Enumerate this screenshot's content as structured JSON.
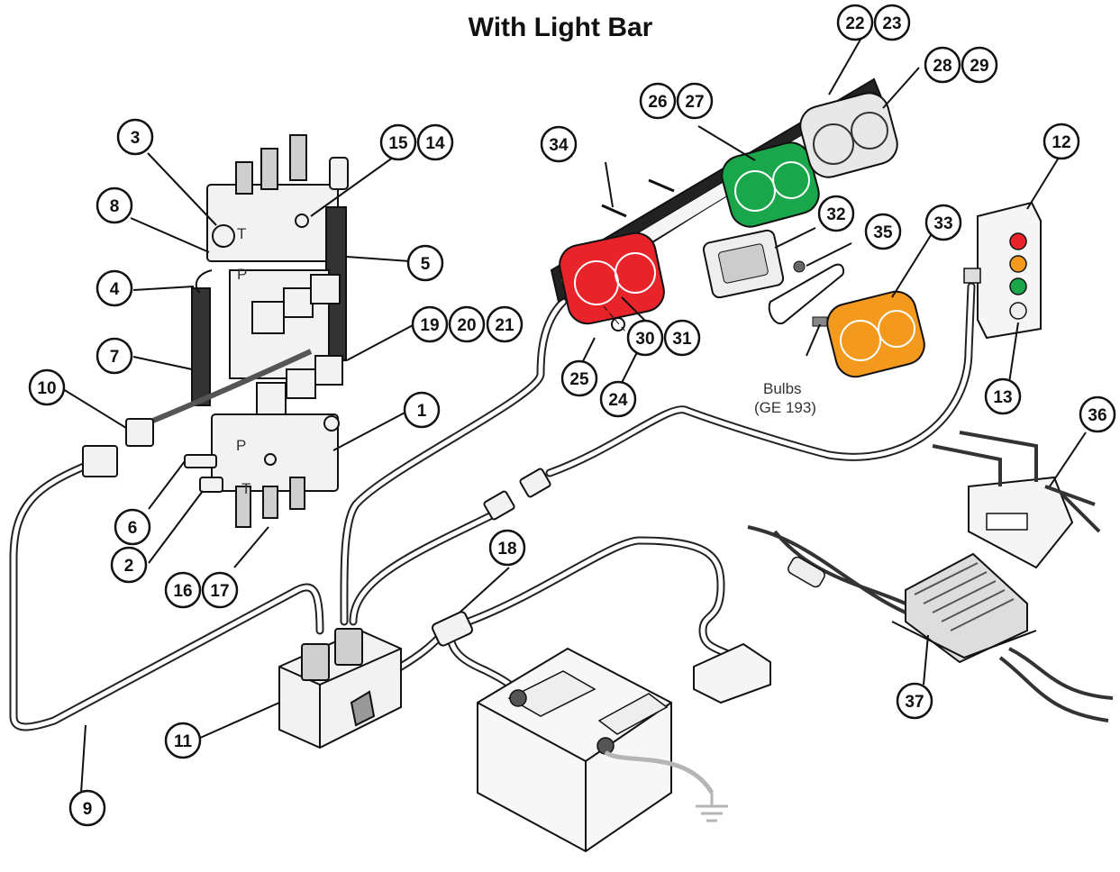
{
  "title": "With Light Bar",
  "note": {
    "line1": "Bulbs",
    "line2": "(GE 193)"
  },
  "callouts": [
    {
      "id": "c1",
      "text": "1"
    },
    {
      "id": "c2",
      "text": "2"
    },
    {
      "id": "c3",
      "text": "3"
    },
    {
      "id": "c4",
      "text": "4"
    },
    {
      "id": "c5",
      "text": "5"
    },
    {
      "id": "c6",
      "text": "6"
    },
    {
      "id": "c7",
      "text": "7"
    },
    {
      "id": "c8",
      "text": "8"
    },
    {
      "id": "c9",
      "text": "9"
    },
    {
      "id": "c10",
      "text": "10"
    },
    {
      "id": "c11",
      "text": "11"
    },
    {
      "id": "c12",
      "text": "12"
    },
    {
      "id": "c13",
      "text": "13"
    },
    {
      "id": "c15a",
      "text": "15"
    },
    {
      "id": "c14",
      "text": "14"
    },
    {
      "id": "c16",
      "text": "16"
    },
    {
      "id": "c17",
      "text": "17"
    },
    {
      "id": "c18",
      "text": "18"
    },
    {
      "id": "c19",
      "text": "19"
    },
    {
      "id": "c20",
      "text": "20"
    },
    {
      "id": "c21",
      "text": "21"
    },
    {
      "id": "c22",
      "text": "22"
    },
    {
      "id": "c23",
      "text": "23"
    },
    {
      "id": "c24",
      "text": "24"
    },
    {
      "id": "c25",
      "text": "25"
    },
    {
      "id": "c26",
      "text": "26"
    },
    {
      "id": "c27",
      "text": "27"
    },
    {
      "id": "c28",
      "text": "28"
    },
    {
      "id": "c29",
      "text": "29"
    },
    {
      "id": "c30",
      "text": "30"
    },
    {
      "id": "c31",
      "text": "31"
    },
    {
      "id": "c32",
      "text": "32"
    },
    {
      "id": "c33",
      "text": "33"
    },
    {
      "id": "c34",
      "text": "34"
    },
    {
      "id": "c35",
      "text": "35"
    },
    {
      "id": "c36",
      "text": "36"
    },
    {
      "id": "c37",
      "text": "37"
    }
  ],
  "valve_labels": {
    "t_top": "T",
    "p_top": "P",
    "p_bottom": "P",
    "t_bottom": "T"
  },
  "colors": {
    "red_lamp": "#e8242a",
    "green_lamp": "#1aa64a",
    "amber_lamp": "#f39a1e",
    "clear_lamp": "#e8e8e8",
    "ground_wire": "#b5b5b5"
  },
  "icons": [
    "ground-icon"
  ]
}
